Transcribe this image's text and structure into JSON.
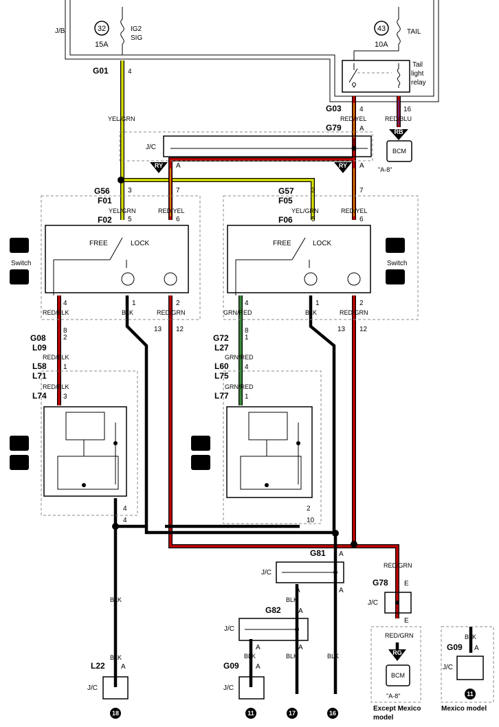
{
  "top": {
    "jb": "J/B",
    "fuse1_num": "32",
    "fuse1_amp": "15A",
    "fuse1_name1": "IG2",
    "fuse1_name2": "SIG",
    "fuse2_num": "43",
    "fuse2_amp": "10A",
    "fuse2_name": "TAIL",
    "relay1": "Tail",
    "relay2": "light",
    "relay3": "relay"
  },
  "connectors": {
    "g01": "G01",
    "g03": "G03",
    "g79": "G79",
    "g56": "G56",
    "g57": "G57",
    "f01": "F01",
    "f02": "F02",
    "f05": "F05",
    "f06": "F06",
    "g08": "G08",
    "l09": "L09",
    "l58": "L58",
    "l71": "L71",
    "l74": "L74",
    "g72": "G72",
    "l27": "L27",
    "l60": "L60",
    "l75": "L75",
    "l77": "L77",
    "g81": "G81",
    "g82": "G82",
    "g78": "G78",
    "l22": "L22",
    "g09a": "G09",
    "g09b": "G09"
  },
  "pins": {
    "p4a": "4",
    "p4b": "4",
    "p16": "16",
    "pA1": "A",
    "pA2": "A",
    "pA3": "A",
    "p3a": "3",
    "p7a": "7",
    "p3b": "3",
    "p7b": "7",
    "p5a": "5",
    "p6a": "6",
    "p5b": "5",
    "p6b": "6",
    "p4c": "4",
    "p1a": "1",
    "p2a": "2",
    "p4d": "4",
    "p1b": "1",
    "p2b": "2",
    "p13a": "13",
    "p12a": "12",
    "p13b": "13",
    "p12b": "12",
    "p8a": "8",
    "p2c": "2",
    "p8b": "8",
    "p1c": "1",
    "p1d": "1",
    "p4e": "4",
    "p3c": "3",
    "p1e": "1",
    "p4f": "4",
    "p4g": "4",
    "p2d": "2",
    "p10": "10",
    "pA4": "A",
    "pA5": "A",
    "pA6": "A",
    "pA7": "A",
    "pA8": "A",
    "pA9": "A",
    "pA10": "A",
    "pA11": "A",
    "pE1": "E",
    "pE2": "E",
    "pA12": "A"
  },
  "wires": {
    "yelgrn": "YEL/GRN",
    "redyel1": "RED/YEL",
    "redblu": "RED/BLU",
    "yelgrn2": "YEL/GRN",
    "redyel2": "RED/YEL",
    "yelgrn3": "YEL/GRN",
    "redyel3": "RED/YEL",
    "redblk1": "RED/BLK",
    "blk1": "BLK",
    "redgrn1": "RED/GRN",
    "grnred1": "GRN/RED",
    "blk2": "BLK",
    "redgrn2": "RED/GRN",
    "redblk2": "RED/BLK",
    "redblk3": "RED/BLK",
    "grnred2": "GRN/RED",
    "grnred3": "GRN/RED",
    "redgrn3": "RED/GRN",
    "blk3": "BLK",
    "blk4": "BLK",
    "blk5": "BLK",
    "blk6": "BLK",
    "blk7": "BLK",
    "blk8": "BLK",
    "redgrn4": "RED/GRN",
    "blk9": "BLK"
  },
  "labels": {
    "jc1": "J/C",
    "jc2": "J/C",
    "jc3": "J/C",
    "jc4": "J/C",
    "jc5": "J/C",
    "jc6": "J/C",
    "jc7": "J/C",
    "free1": "FREE",
    "lock1": "LOCK",
    "free2": "FREE",
    "lock2": "LOCK",
    "switch1": "Switch",
    "switch2": "Switch",
    "bcm1": "BCM",
    "bcm2": "BCM",
    "ref1": "\"A-8\"",
    "ref2": "\"A-8\"",
    "except1": "Except Mexico",
    "except2": "model",
    "mexico": "Mexico model"
  },
  "badges": {
    "rb": "RB",
    "ry1": "RY",
    "ry2": "RY",
    "rg": "RG"
  },
  "grounds": {
    "g18": "18",
    "g11a": "11",
    "g17": "17",
    "g16": "16",
    "g11b": "11"
  },
  "wire_colors": {
    "yellow_green": "#d8e000",
    "red": "#c00000",
    "black": "#000000",
    "green": "#3a8a3a",
    "blue": "#3a3ac8"
  }
}
